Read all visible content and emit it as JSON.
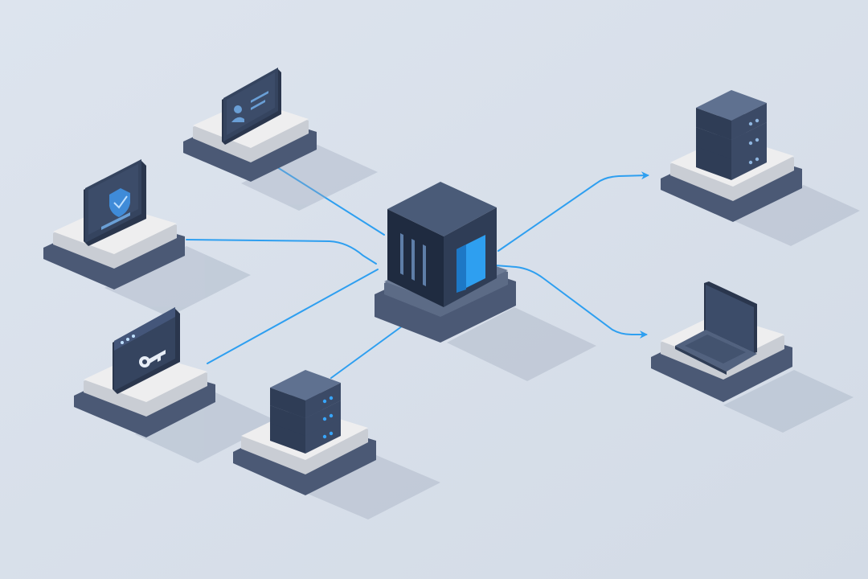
{
  "diagram": {
    "kind": "isometric-network-hub",
    "text_labels": [],
    "center": {
      "id": "hub",
      "icon": "gateway-cube-icon"
    },
    "nodes": [
      {
        "id": "identity",
        "icon": "identity-card-icon",
        "side": "left"
      },
      {
        "id": "security",
        "icon": "shield-check-icon",
        "side": "left"
      },
      {
        "id": "credentials",
        "icon": "key-window-icon",
        "side": "left"
      },
      {
        "id": "storage",
        "icon": "server-stack-icon",
        "side": "left"
      },
      {
        "id": "datacenter",
        "icon": "server-stack-icon",
        "side": "right"
      },
      {
        "id": "client",
        "icon": "laptop-icon",
        "side": "right"
      }
    ],
    "edges": [
      {
        "from": "identity",
        "to": "hub",
        "arrow": false
      },
      {
        "from": "security",
        "to": "hub",
        "arrow": false
      },
      {
        "from": "credentials",
        "to": "hub",
        "arrow": false
      },
      {
        "from": "storage",
        "to": "hub",
        "arrow": false
      },
      {
        "from": "hub",
        "to": "datacenter",
        "arrow": true
      },
      {
        "from": "hub",
        "to": "client",
        "arrow": true
      }
    ]
  },
  "colors": {
    "background": "#d9e1eb",
    "connector": "#2e9ff0",
    "accent": "#38a6ff",
    "device_dark": "#2f3d56",
    "device_mid": "#43536f",
    "device_top": "#566883",
    "platform_top": "#eeeeef",
    "platform_side": "#c9cdd4",
    "platform_base": "#4b5975"
  }
}
